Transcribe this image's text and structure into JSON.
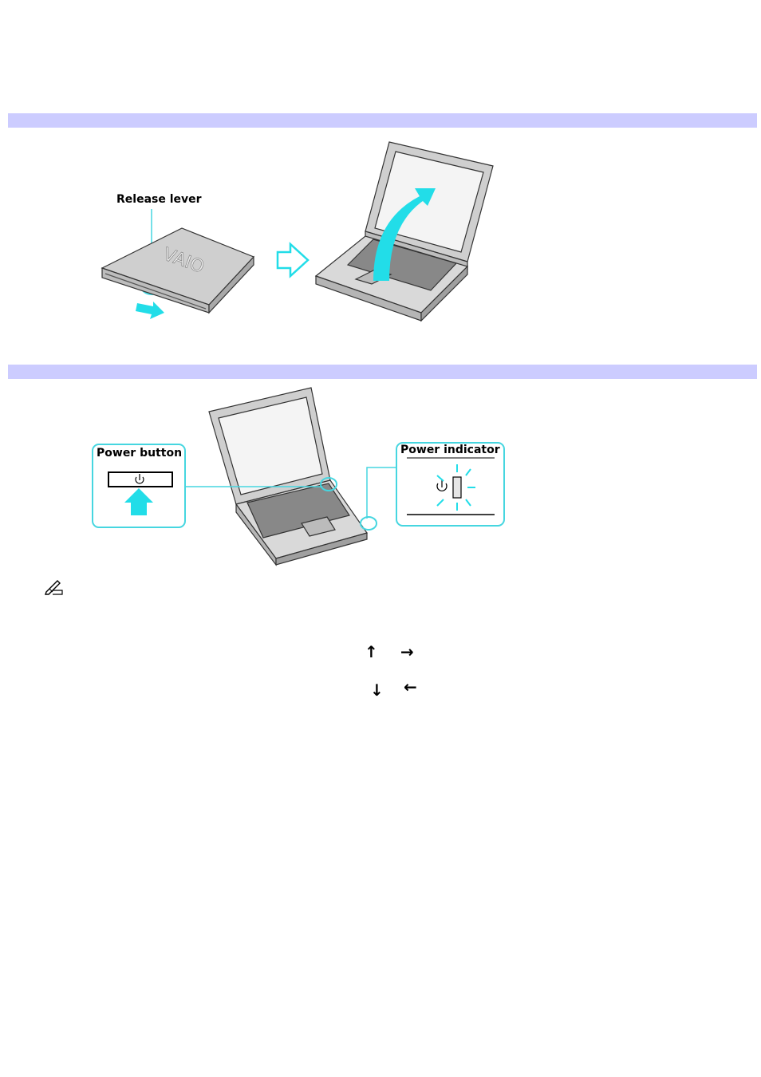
{
  "sections": [
    {
      "id": "open-lid",
      "heading": ""
    },
    {
      "id": "turn-on",
      "heading": ""
    }
  ],
  "figure_open_lid": {
    "release_lever_label": "Release lever",
    "brand_mark": "VAIO"
  },
  "figure_power": {
    "power_button_label": "Power button",
    "power_indicator_label": "Power indicator"
  },
  "note": {
    "icon": "note-pencil-icon"
  },
  "arrow_keys": {
    "up": "↑",
    "right": "→",
    "down": "↓",
    "left": "←"
  },
  "colors": {
    "section_bar": "#ccccff",
    "callout": "#46d6e0",
    "arrow": "#22dde8"
  }
}
